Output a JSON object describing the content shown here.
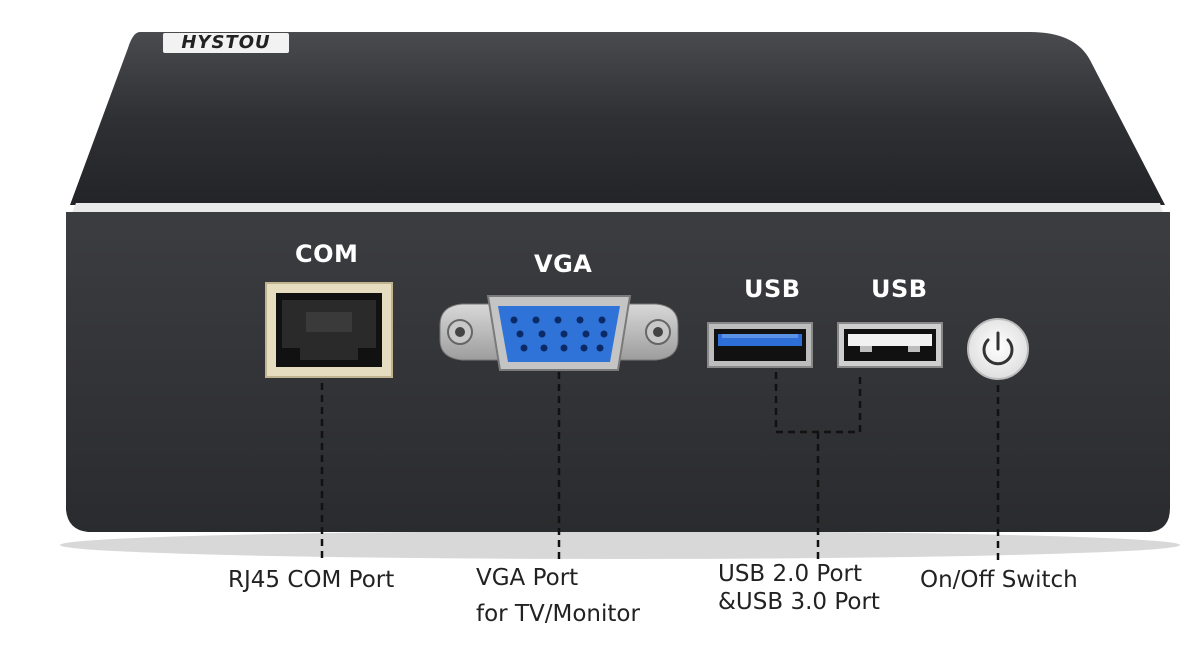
{
  "product": {
    "brand_logo": "HYSTOU",
    "device": "mini-pc-rear-panel"
  },
  "ports": {
    "com": {
      "top_label": "COM",
      "callout": "RJ45 COM Port"
    },
    "vga": {
      "top_label": "VGA",
      "callout_line1": "VGA Port",
      "callout_line2": "for TV/Monitor"
    },
    "usb3": {
      "top_label": "USB",
      "color": "#2d6fd6"
    },
    "usb2": {
      "top_label": "USB",
      "color": "#ffffff"
    },
    "usb_callout_line1": "USB 2.0 Port",
    "usb_callout_line2": "&USB 3.0 Port",
    "power": {
      "callout": "On/Off Switch",
      "icon": "power-icon"
    }
  },
  "colors": {
    "chassis_front": "#2e2f33",
    "chassis_top": "#26272a",
    "vga_blue": "#2f73d8",
    "usb3_blue": "#2d6fd6",
    "leader_line": "#111111"
  }
}
